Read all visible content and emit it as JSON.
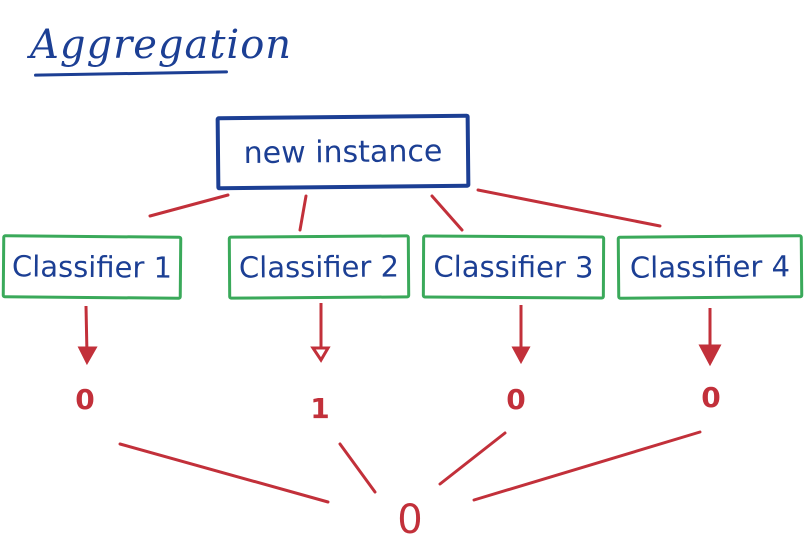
{
  "title": "Aggregation",
  "root": {
    "label": "new instance"
  },
  "classifiers": [
    {
      "label": "Classifier 1",
      "output": "0"
    },
    {
      "label": "Classifier 2",
      "output": "1"
    },
    {
      "label": "Classifier 3",
      "output": "0"
    },
    {
      "label": "Classifier 4",
      "output": "0"
    }
  ],
  "final_output": "0",
  "colors": {
    "title_ink": "#1c3f94",
    "box_border_root": "#1c3f94",
    "box_border_classifier": "#3aa95a",
    "connector": "#c2303a"
  }
}
